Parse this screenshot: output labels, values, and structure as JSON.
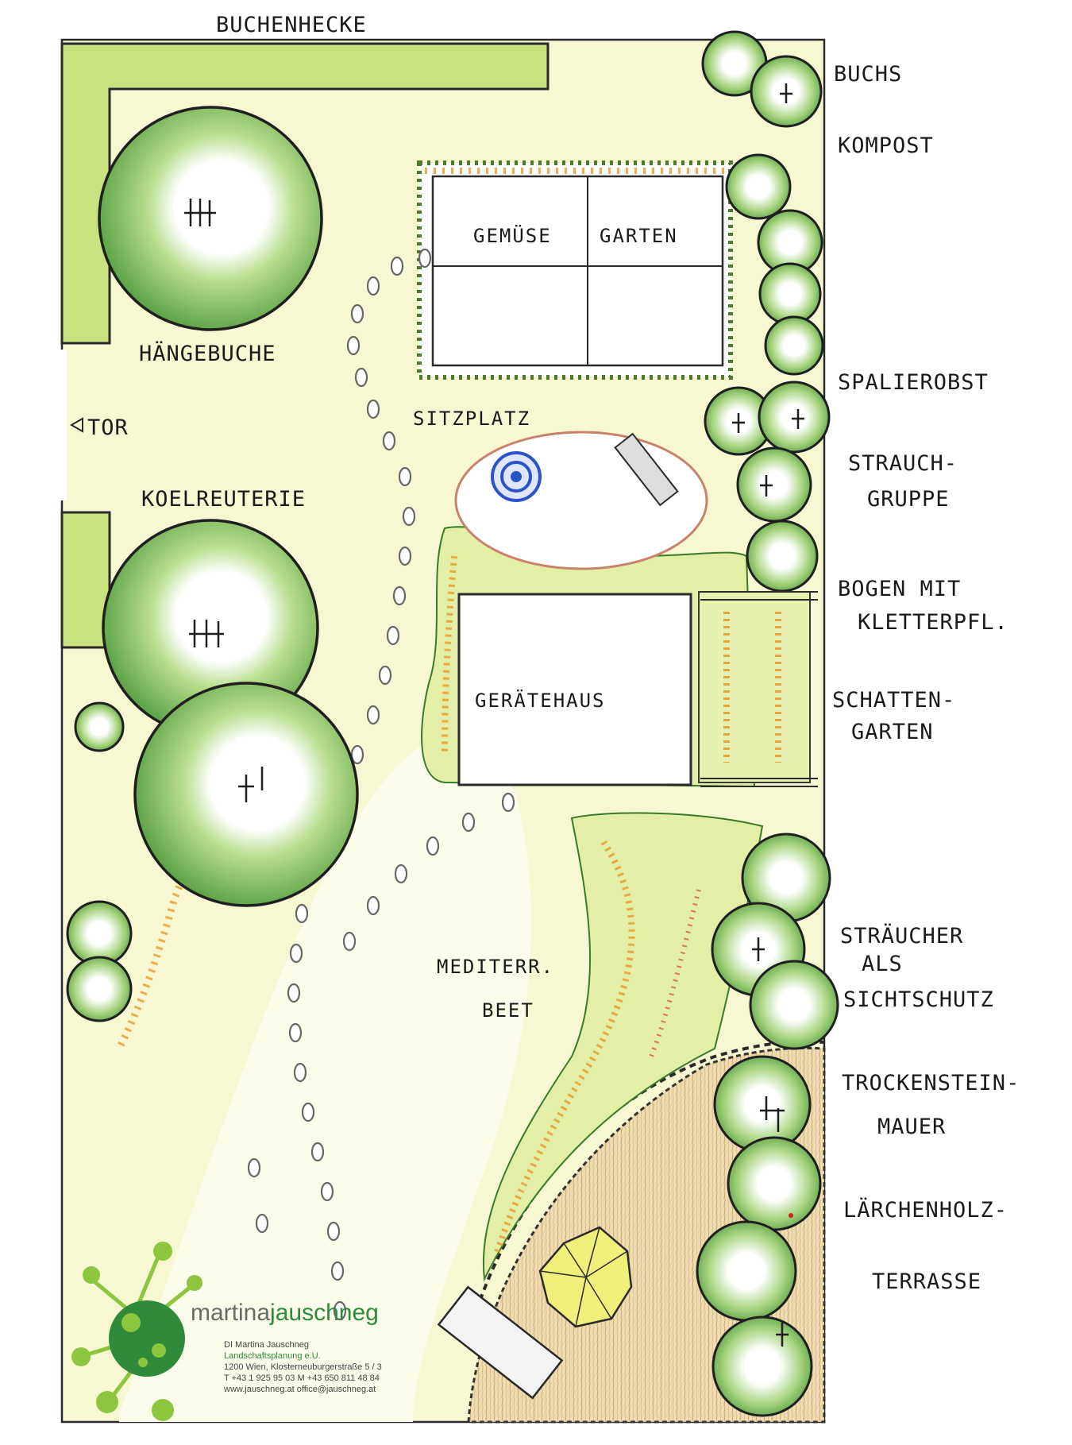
{
  "labels": {
    "buchenhecke": "BUCHENHECKE",
    "buchs": "BUCHS",
    "kompost": "KOMPOST",
    "spalierobst": "SPALIEROBST",
    "strauch_1": "STRAUCH-",
    "strauch_2": "GRUPPE",
    "bogen_1": "BOGEN MIT",
    "bogen_2": "KLETTERPFL.",
    "schatten_1": "SCHATTEN-",
    "schatten_2": "GARTEN",
    "straeucher_1": "STRÄUCHER",
    "straeucher_2": "ALS",
    "straeucher_3": "SICHTSCHUTZ",
    "trocken_1": "TROCKENSTEIN-",
    "trocken_2": "MAUER",
    "laerchen_1": "LÄRCHENHOLZ-",
    "laerchen_2": "TERRASSE",
    "haengebuche": "HÄNGEBUCHE",
    "tor": "TOR",
    "koelreuterie": "KOELREUTERIE",
    "gemuese": "GEMÜSE",
    "garten": "GARTEN",
    "sitzplatz": "SITZPLATZ",
    "geraetehaus": "GERÄTEHAUS",
    "mediterr_1": "MEDITERR.",
    "mediterr_2": "BEET"
  },
  "logo": {
    "word_light": "martina",
    "word_dark": "jauschneg"
  },
  "contact": {
    "name": "DI Martina Jauschneg",
    "company": "Landschaftsplanung e.U.",
    "address": "1200 Wien, Klosterneuburgerstraße 5 / 3",
    "phone": "T +43 1 925 95 03   M +43 650 811 48 84",
    "web": "www.jauschneg.at   office@jauschneg.at"
  },
  "colors": {
    "tree_dark": "#4f9a3c",
    "tree_light": "#a8d57e",
    "lawn": "#f6f7c8",
    "hedge": "#c9e27f",
    "path_dots": "#777777",
    "terrace": "#e9d3a7",
    "accent_orange": "#e89a2a",
    "accent_red": "#d24a2b",
    "water_blue": "#2a55c8",
    "logo_green": "#2f8a3a"
  }
}
